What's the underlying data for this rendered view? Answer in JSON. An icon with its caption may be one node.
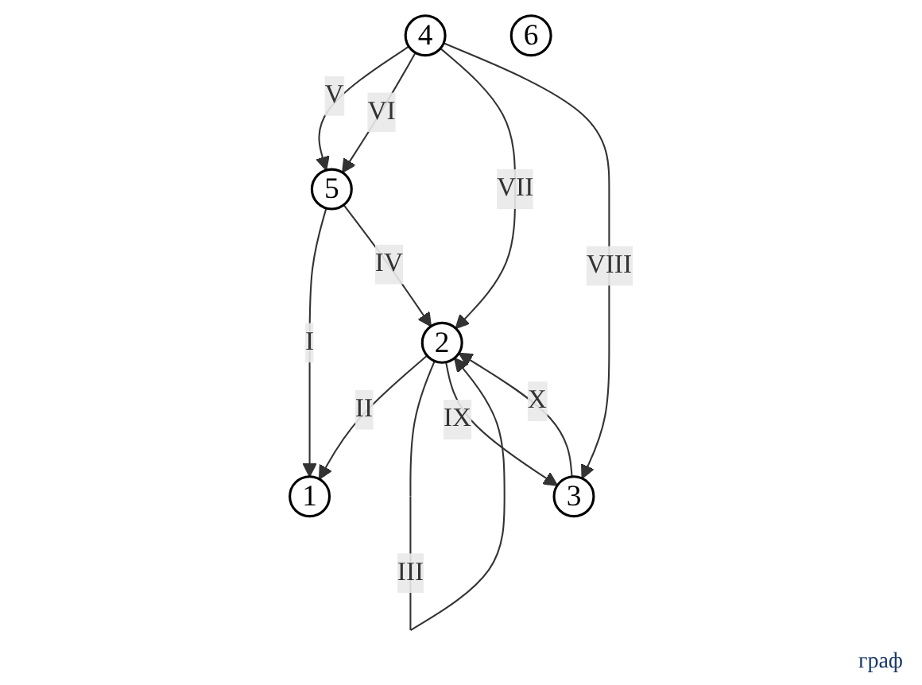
{
  "diagram": {
    "nodes": [
      {
        "text": [
          "1"
        ]
      },
      {
        "text": [
          "2"
        ]
      },
      {
        "text": [
          "3"
        ]
      },
      {
        "text": [
          "4"
        ]
      },
      {
        "text": [
          "5"
        ]
      },
      {
        "text": [
          "6"
        ]
      }
    ],
    "edges": [
      {
        "from": 4,
        "to": 0,
        "arrow": "to",
        "label": "I"
      },
      {
        "from": 1,
        "to": 0,
        "arrow": "to",
        "label": "II"
      },
      {
        "from": 1,
        "to": 1,
        "arrow": "to",
        "label": "III"
      },
      {
        "from": 4,
        "to": 1,
        "arrow": "to",
        "label": "IV"
      },
      {
        "from": 3,
        "to": 4,
        "arrow": "to",
        "label": "V"
      },
      {
        "from": 3,
        "to": 4,
        "arrow": "to",
        "label": "VI"
      },
      {
        "from": 3,
        "to": 1,
        "arrow": "to",
        "label": "VII"
      },
      {
        "from": 3,
        "to": 2,
        "arrow": "to",
        "label": "VIII"
      },
      {
        "from": 1,
        "to": 2,
        "arrow": "to",
        "label": "IX"
      },
      {
        "from": 2,
        "to": 1,
        "arrow": "to",
        "label": "X"
      }
    ],
    "labels": [
      "граф"
    ]
  }
}
